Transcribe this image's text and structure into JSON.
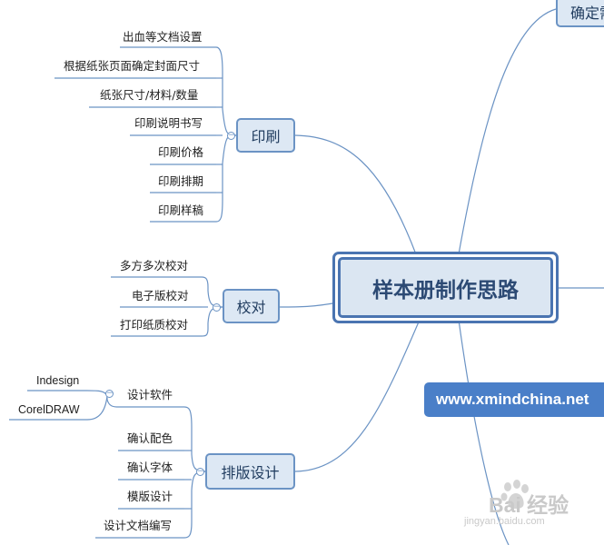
{
  "central": {
    "label": "样本册制作思路"
  },
  "top_right_node": {
    "label": "确定需"
  },
  "branches": {
    "print": {
      "label": "印刷",
      "items": [
        "出血等文档设置",
        "根据纸张页面确定封面尺寸",
        "纸张尺寸/材料/数量",
        "印刷说明书写",
        "印刷价格",
        "印刷排期",
        "印刷样稿"
      ]
    },
    "proof": {
      "label": "校对",
      "items": [
        "多方多次校对",
        "电子版校对",
        "打印纸质校对"
      ]
    },
    "layout": {
      "label": "排版设计",
      "items": [
        "设计软件",
        "确认配色",
        "确认字体",
        "模版设计",
        "设计文档编写"
      ],
      "software": [
        "Indesign",
        "CorelDRAW"
      ]
    }
  },
  "collapse_symbol": "−",
  "banner": {
    "text": "www.xmindchina.net"
  },
  "watermark": {
    "main": "Bai  经验",
    "sub": "jingyan.baidu.com"
  },
  "colors": {
    "line": "#6b93c4",
    "node_fill": "#dde8f4",
    "node_border": "#6b93c4",
    "central_border": "#4a74b1",
    "banner": "#4a7fc8"
  }
}
